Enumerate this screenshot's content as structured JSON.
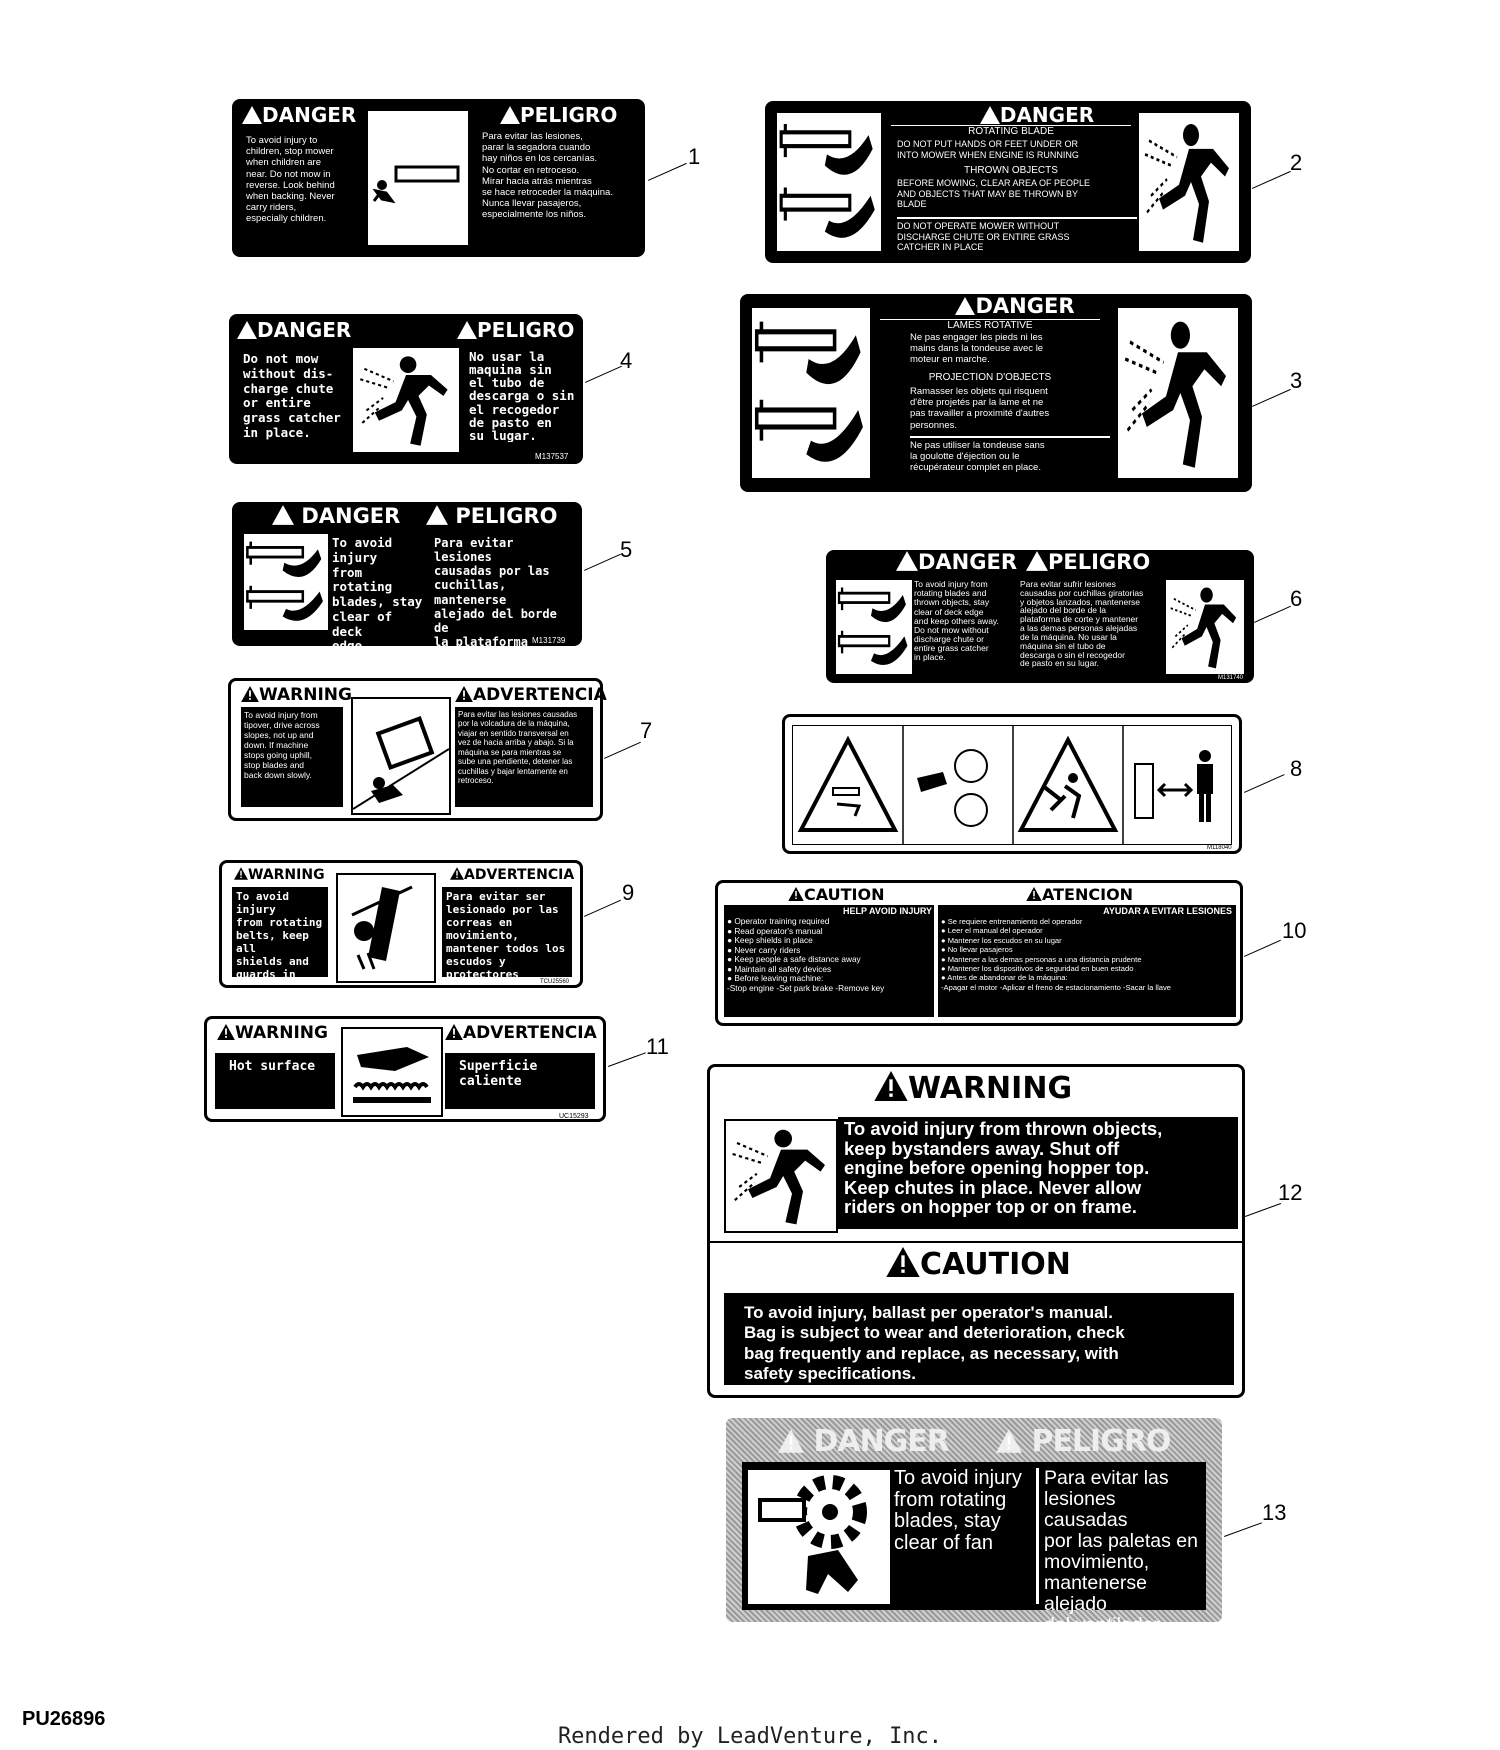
{
  "figure_id": "PU26896",
  "footer": "Rendered by LeadVenture, Inc.",
  "decals": [
    {
      "callout": "1",
      "hdr_en": "DANGER",
      "hdr_es": "PELIGRO",
      "en": "To avoid injury to\nchildren, stop mower\nwhen children are\nnear.  Do not mow in\nreverse.  Look behind\nwhen backing.  Never\ncarry riders,\nespecially children.",
      "es": "Para evitar las lesiones,\nparar la segadora cuando\nhay niños en los cercanías.\nNo cortar en retroceso.\nMirar hacia atrás mientras\nse hace retroceder la máquina.\nNunca llevar pasajeros,\nespecialmente los niños."
    },
    {
      "callout": "2",
      "hdr": "DANGER",
      "sub1": "ROTATING BLADE",
      "t1": "DO NOT PUT HANDS OR FEET UNDER OR\nINTO MOWER WHEN ENGINE IS RUNNING",
      "sub2": "THROWN OBJECTS",
      "t2": "BEFORE MOWING, CLEAR AREA OF PEOPLE\nAND OBJECTS THAT MAY BE THROWN BY\nBLADE",
      "t3": "DO NOT OPERATE MOWER WITHOUT\nDISCHARGE CHUTE OR ENTIRE GRASS\nCATCHER IN PLACE"
    },
    {
      "callout": "3",
      "hdr": "DANGER",
      "sub1": "LAMES ROTATIVE",
      "t1": "Ne pas engager les pieds ni les\nmains dans la tondeuse avec le\nmoteur en marche.",
      "sub2": "PROJECTION D'OBJECTS",
      "t2": "Ramasser les objets qui risquent\nd'être projetés par la lame et ne\npas travailler a proximité d'autres\npersonnes.",
      "t3": "Ne pas utiliser la tondeuse sans\nla goulotte d'éjection ou le\nrécupérateur complet en place."
    },
    {
      "callout": "4",
      "hdr_en": "DANGER",
      "hdr_es": "PELIGRO",
      "en": "Do not mow\nwithout dis-\ncharge chute\nor entire\ngrass catcher\nin place.",
      "es": "No usar la\nmaquina sin\nel tubo de\ndescarga o sin\nel recogedor\nde pasto en\nsu lugar.",
      "code": "M137537"
    },
    {
      "callout": "5",
      "hdr_en": "DANGER",
      "hdr_es": "PELIGRO",
      "en": "To avoid injury\nfrom rotating\nblades, stay\nclear of deck\nedge.",
      "es": "Para evitar lesiones\ncausadas por las\ncuchillas, mantenerse\nalejado del borde de\nla plataforma\nde corte.",
      "code": "M131739"
    },
    {
      "callout": "6",
      "hdr_en": "DANGER",
      "hdr_es": "PELIGRO",
      "en": "To avoid injury from\nrotating blades and\nthrown objects, stay\nclear of deck edge\nand keep others away.\nDo not mow without\ndischarge chute or\nentire grass catcher\nin place.",
      "es": "Para evitar sufrir lesiones\ncausadas por cuchillas giratorias\ny objetos lanzados, mantenerse\nalejado del borde de la\nplataforma de corte y mantener\na las demas personas alejadas\nde la máquina. No usar la\nmáquina sin el tubo de\ndescarga o sin el recogedor\nde pasto en su lugar.",
      "code": "M131740"
    },
    {
      "callout": "7",
      "hdr_en": "WARNING",
      "hdr_es": "ADVERTENCIA",
      "en": "To avoid injury from\ntipover, drive across\nslopes, not up and\ndown. If machine\nstops going uphill,\nstop blades and\nback down slowly.",
      "es": "Para evitar las lesiones causadas\npor la volcadura de la máquina,\nviajar en sentido transversal en\nvez de hacia arriba y abajo. Si la\nmáquina se para mientras se\nsube una pendiente, detener las\ncuchillas y bajar lentamente en\nretroceso."
    },
    {
      "callout": "8",
      "code": "M118040"
    },
    {
      "callout": "9",
      "hdr_en": "WARNING",
      "hdr_es": "ADVERTENCIA",
      "en": "To avoid injury\nfrom rotating\nbelts, keep all\nshields and\nguards in place.",
      "es": "Para evitar ser\nlesionado por las\ncorreas en movimiento,\nmantener todos los\nescudos y protectores\nen su lugar.",
      "code": "TCU25560"
    },
    {
      "callout": "10",
      "hdr_en": "CAUTION",
      "hdr_es": "ATENCION",
      "sub_en": "HELP AVOID INJURY",
      "sub_es": "AYUDAR A EVITAR LESIONES",
      "en": "● Operator training required\n● Read operator's manual\n● Keep shields in place\n● Never carry riders\n● Keep people a safe distance away\n● Maintain all safety devices\n● Before leaving machine:\n  -Stop engine -Set park brake -Remove key",
      "es": "● Se requiere entrenamiento del operador\n● Leer el manual del operador\n● Mantener los escudos en su lugar\n● No llevar pasajeros\n● Mantener a las demas personas a una distancia prudente\n● Mantener los dispositivos de seguridad en buen estado\n● Antes de abandonar de la máquina:\n  -Apagar el motor -Aplicar el freno de estacionamiento -Sacar la llave"
    },
    {
      "callout": "11",
      "hdr_en": "WARNING",
      "hdr_es": "ADVERTENCIA",
      "en": "Hot surface",
      "es": "Superficie caliente",
      "code": "UC15293"
    },
    {
      "callout": "12",
      "hdr1": "WARNING",
      "t1": "To avoid injury from thrown objects,\nkeep bystanders away. Shut off\nengine before opening hopper top.\nKeep chutes in place. Never allow\nriders on hopper top or on frame.",
      "hdr2": "CAUTION",
      "t2": "To avoid injury, ballast per operator's manual.\nBag is subject to wear and deterioration, check\nbag frequently and replace, as necessary, with\nsafety specifications."
    },
    {
      "callout": "13",
      "hdr_en": "DANGER",
      "hdr_es": "PELIGRO",
      "en": "To avoid injury\nfrom rotating\nblades, stay\nclear of fan",
      "es": "Para evitar las\nlesiones causadas\npor las paletas en\nmovimiento,\nmantenerse alejado\ndel ventilador"
    }
  ]
}
